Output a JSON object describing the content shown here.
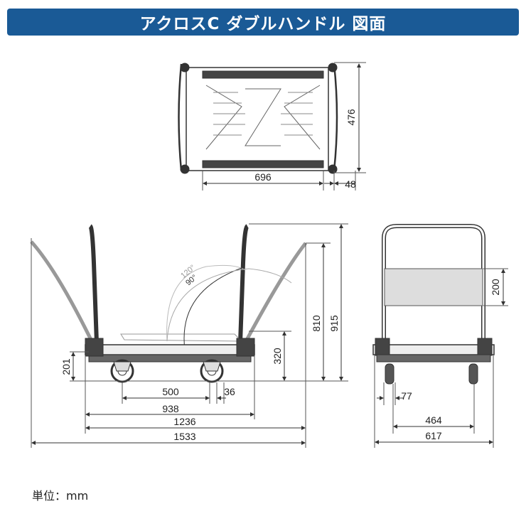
{
  "title": "アクロスC ダブルハンドル 図面",
  "top_view": {
    "width_label": "696",
    "handle_label": "48",
    "depth_label": "476"
  },
  "side_view": {
    "angle_120": "120°",
    "angle_90": "90°",
    "height_810": "810",
    "height_915": "915",
    "height_320": "320",
    "height_201": "201",
    "wheelbase_500": "500",
    "offset_36": "36",
    "length_938": "938",
    "length_1236": "1236",
    "length_1533": "1533"
  },
  "front_view": {
    "band_200": "200",
    "wheel_77": "77",
    "track_464": "464",
    "width_617": "617"
  },
  "unit": "単位：mm",
  "colors": {
    "banner": "#1a5a96"
  }
}
